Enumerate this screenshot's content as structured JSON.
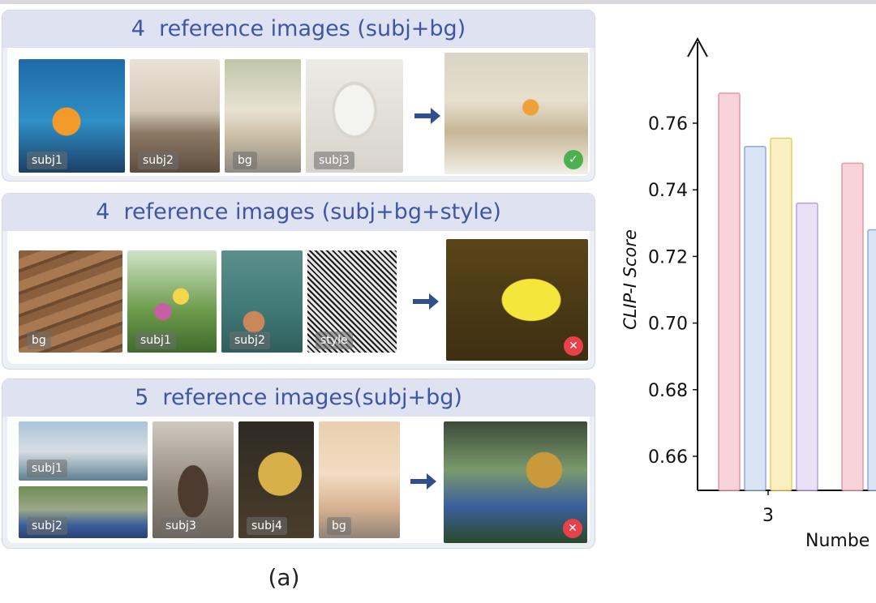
{
  "panels": [
    {
      "title": "4  reference images (subj+bg)",
      "tags": [
        "subj1",
        "subj2",
        "bg",
        "subj3"
      ],
      "result": "✓",
      "result_color": "#4caf50"
    },
    {
      "title": "4  reference images (subj+bg+style)",
      "tags": [
        "bg",
        "subj1",
        "subj2",
        "style"
      ],
      "result": "✕",
      "result_color": "#e8414a"
    },
    {
      "title": "5  reference images(subj+bg)",
      "tags": [
        "subj1",
        "subj2",
        "subj3",
        "subj4",
        "bg"
      ],
      "result": "✕",
      "result_color": "#e8414a"
    }
  ],
  "caption": "(a)",
  "colors": {
    "arrow": "#2f4f8f",
    "panel_title": "#3f56a6"
  },
  "chart_data": {
    "type": "bar",
    "ylabel": "CLIP-I  Score",
    "xlabel": "Numbe",
    "ylim": [
      0.65,
      0.78
    ],
    "yticks": [
      "0.66",
      "0.68",
      "0.70",
      "0.72",
      "0.74",
      "0.76"
    ],
    "categories": [
      "3",
      ""
    ],
    "series": [
      {
        "values": [
          0.769,
          0.748
        ],
        "fill": "#f7d3d9",
        "stroke": "#e39aa6"
      },
      {
        "values": [
          0.753,
          0.728
        ],
        "fill": "#d9e4f5",
        "stroke": "#90a9d9"
      },
      {
        "values": [
          0.7555,
          null
        ],
        "fill": "#fbf0c4",
        "stroke": "#e9cd5a"
      },
      {
        "values": [
          0.736,
          null
        ],
        "fill": "#ebe1f6",
        "stroke": "#b7a0dd"
      }
    ]
  }
}
